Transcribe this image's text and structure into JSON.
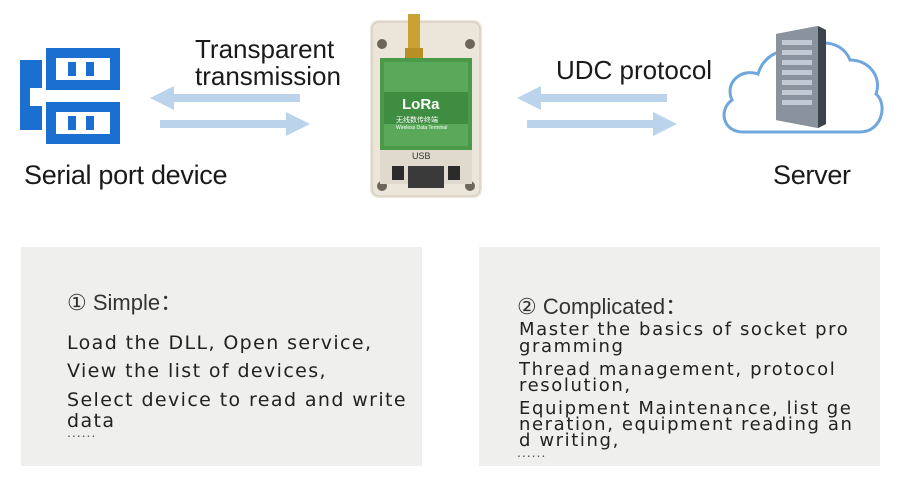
{
  "serial": {
    "label": "Serial port device"
  },
  "transparent": {
    "line1": "Transparent",
    "line2": "transmission"
  },
  "udc": {
    "label": "UDC protocol"
  },
  "server": {
    "label": "Server"
  },
  "device": {
    "brand": "LoRa",
    "sub_cn": "无线数传终端",
    "sub_en": "Wireless Data Terminal",
    "usb": "USB"
  },
  "simple": {
    "title": "① Simple：",
    "items": [
      "Load the DLL, Open service,",
      "View the list of devices,",
      "Select device to read and write",
      "data"
    ],
    "ellipsis": "......"
  },
  "complicated": {
    "title": "② Complicated：",
    "lines": [
      "Master the basics of socket pro",
      "gramming",
      "Thread management, protocol",
      "resolution,",
      "Equipment Maintenance, list ge",
      "neration, equipment reading an",
      "d writing,"
    ],
    "ellipsis": "......"
  },
  "colors": {
    "blue": "#1a6fd1",
    "arrow": "#bcd3ec",
    "panel": "#efefee",
    "pcb_green": "#4a9a4a"
  }
}
